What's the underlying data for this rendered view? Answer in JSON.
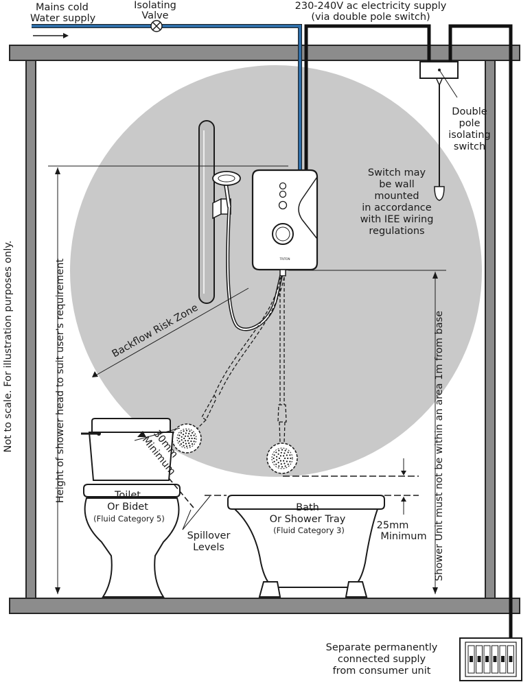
{
  "labels": {
    "mains_line1": "Mains cold",
    "mains_line2": "Water supply",
    "valve_line1": "Isolating",
    "valve_line2": "Valve",
    "electric_line1": "230-240V ac electricity supply",
    "electric_line2": "(via double pole switch)",
    "switch_line1": "Double",
    "switch_line2": "pole",
    "switch_line3": "isolating",
    "switch_line4": "switch",
    "wall_switch_line1": "Switch may",
    "wall_switch_line2": "be wall",
    "wall_switch_line3": "mounted",
    "wall_switch_line4": "in accordance",
    "wall_switch_line5": "with IEE wiring",
    "wall_switch_line6": "regulations",
    "not_to_scale": "Not to scale. For illustration purposes only.",
    "height_note": "Height of shower head to suit user's requirement",
    "backflow": "Backflow Risk Zone",
    "unit_note": "Shower Unit must not be within an area 1m from base",
    "min30_line1": "30mm",
    "min30_line2": "Minimum",
    "toilet_line1": "Toilet",
    "toilet_line2": "Or Bidet",
    "toilet_line3": "(Fluid Category 5)",
    "bath_line1": "Bath",
    "bath_line2": "Or Shower Tray",
    "bath_line3": "(Fluid Category 3)",
    "min25_line1": "25mm",
    "min25_line2": "Minimum",
    "spill_line1": "Spillover",
    "spill_line2": "Levels",
    "consumer_line1": "Separate permanently",
    "consumer_line2": "connected supply",
    "consumer_line3": "from consumer unit",
    "unit_logo": "TRITON"
  },
  "colors": {
    "water_pipe": "#2f6ea8",
    "risk_zone": "#c9c9c9",
    "wall": "#8c8c8c",
    "cable": "#111111"
  },
  "icons": {
    "valve": "circle-cross-icon",
    "flow": "arrow-right-icon",
    "fuse_box": "consumer-unit-icon"
  }
}
